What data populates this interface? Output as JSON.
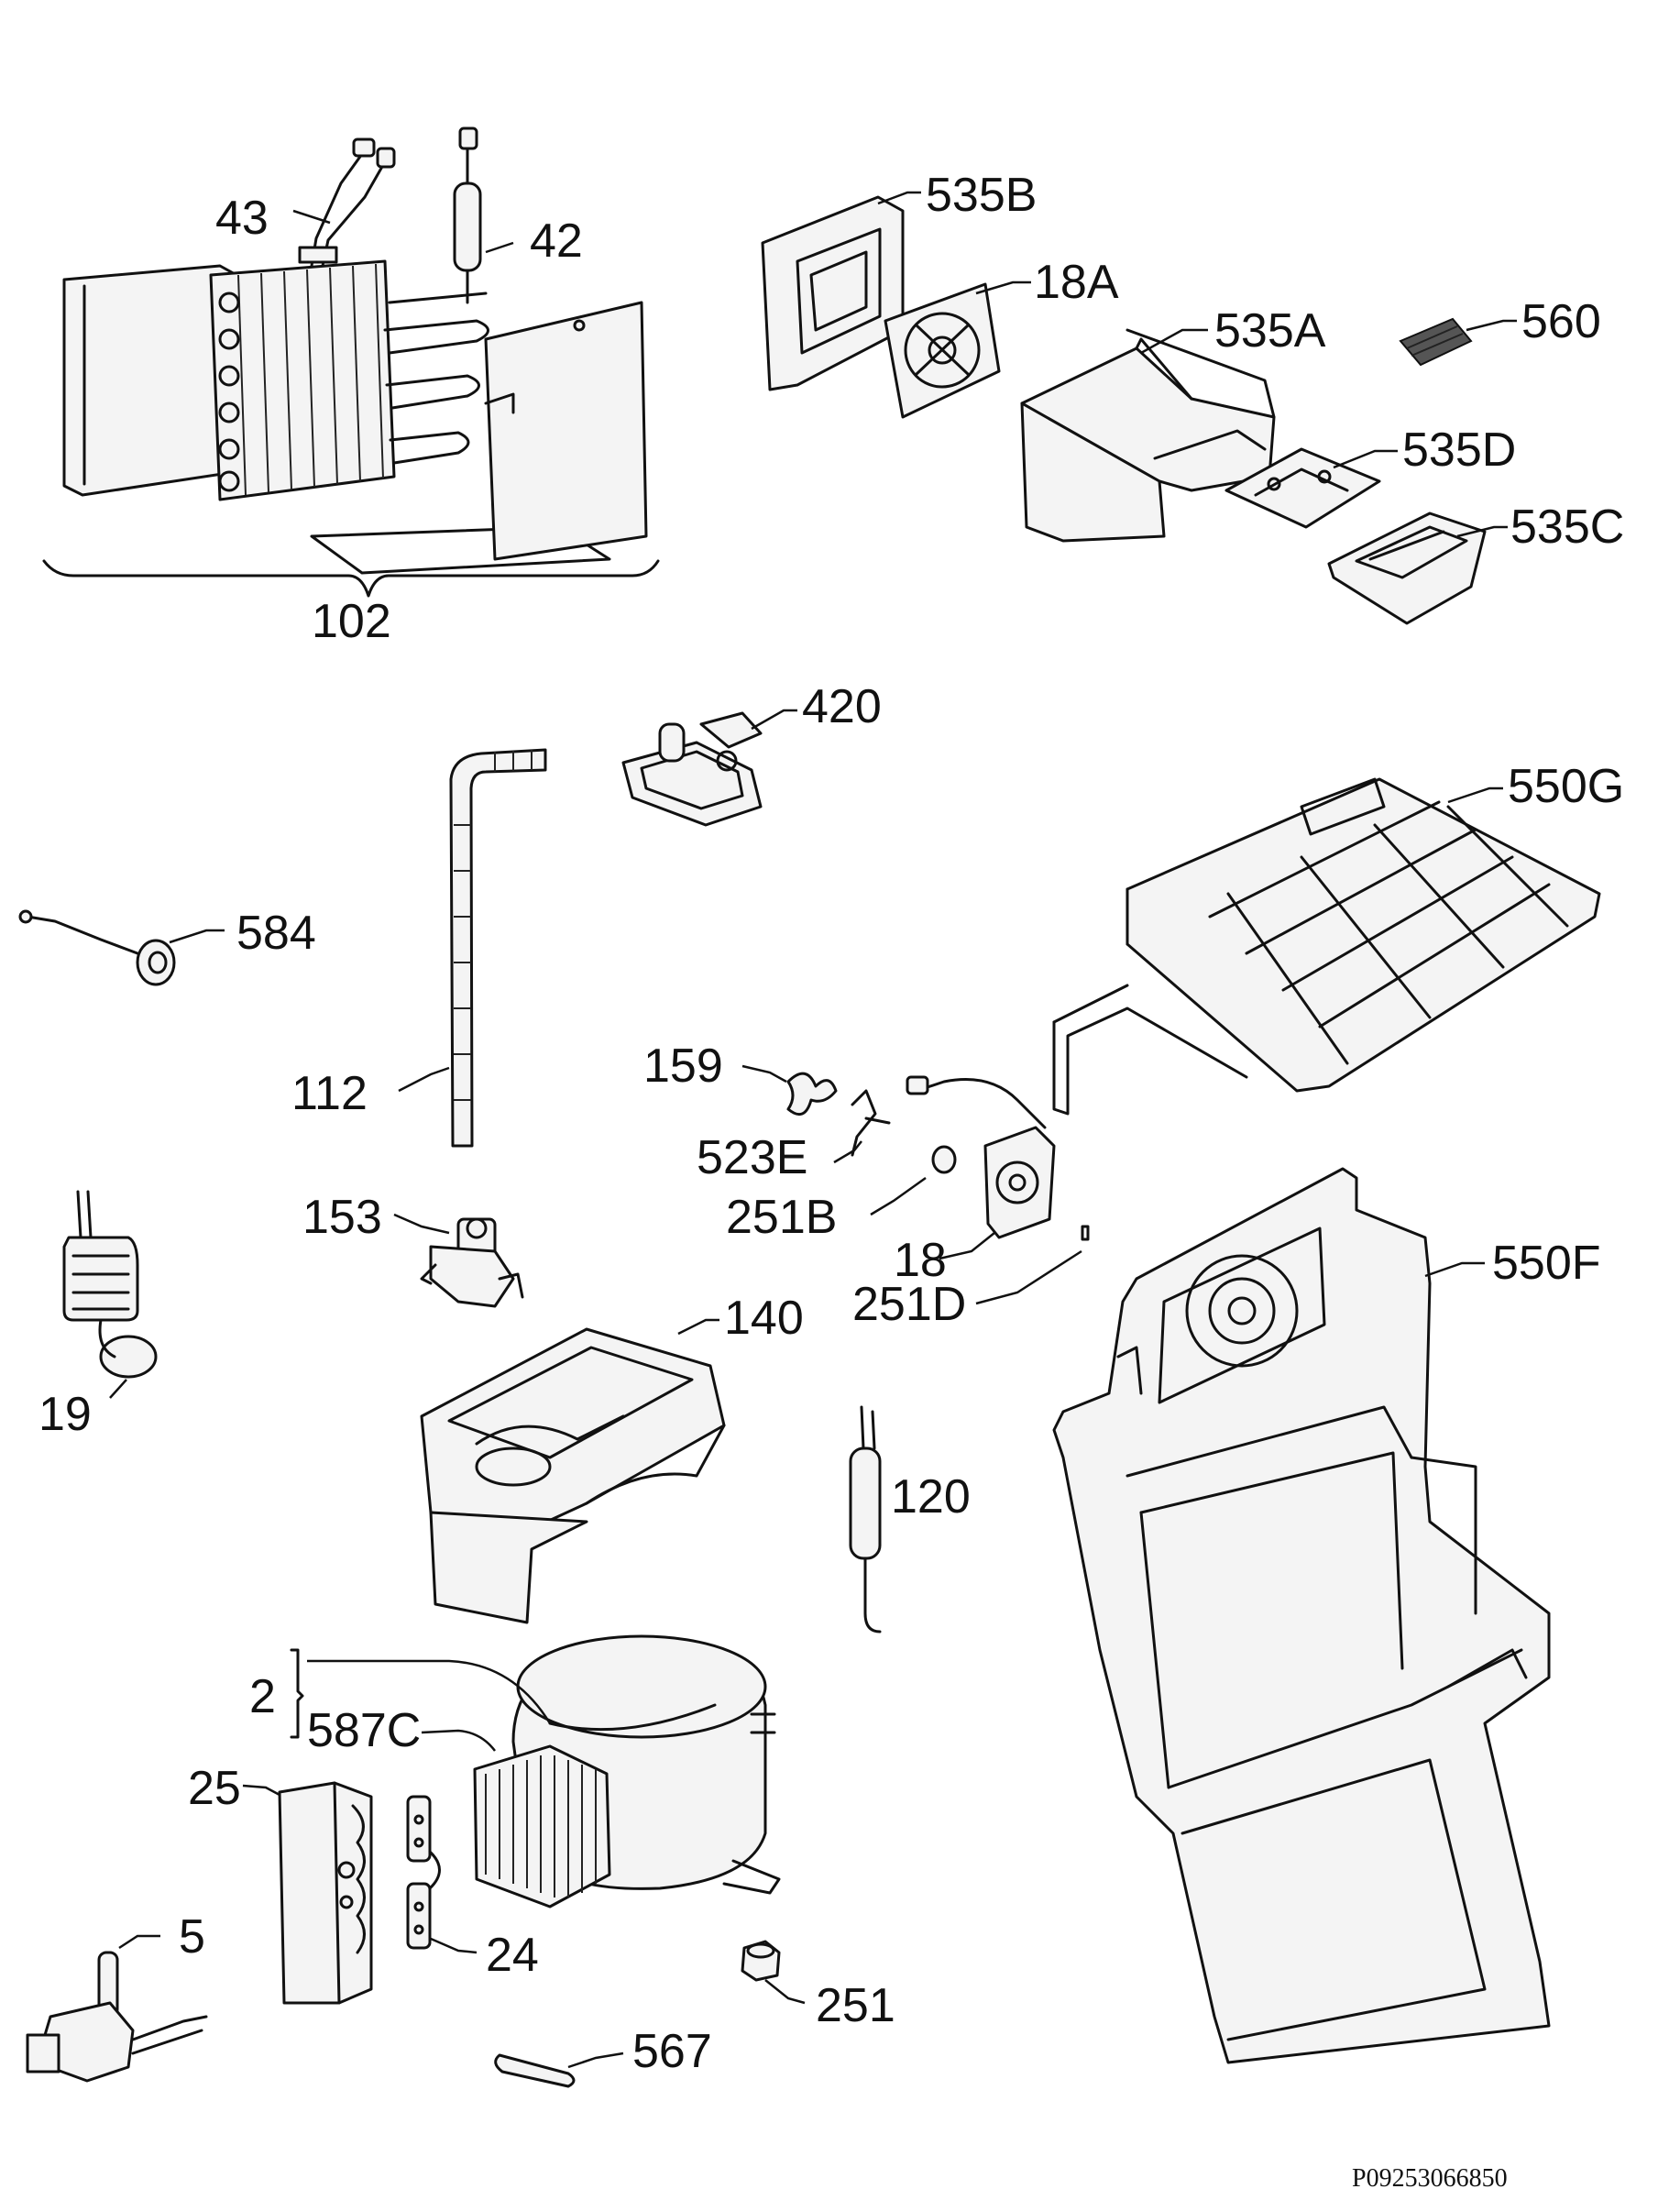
{
  "labels": {
    "l43": "43",
    "l42": "42",
    "l102": "102",
    "l535B": "535B",
    "l18A": "18A",
    "l535A": "535A",
    "l560": "560",
    "l535D": "535D",
    "l535C": "535C",
    "l420": "420",
    "l550G": "550G",
    "l584": "584",
    "l112": "112",
    "l159": "159",
    "l523E": "523E",
    "l251B": "251B",
    "l18": "18",
    "l251D": "251D",
    "l550F": "550F",
    "l153": "153",
    "l140": "140",
    "l19": "19",
    "l120": "120",
    "l2": "2",
    "l587C": "587C",
    "l25": "25",
    "l5": "5",
    "l24": "24",
    "l251": "251",
    "l567": "567"
  },
  "document_code": "P09253066850"
}
